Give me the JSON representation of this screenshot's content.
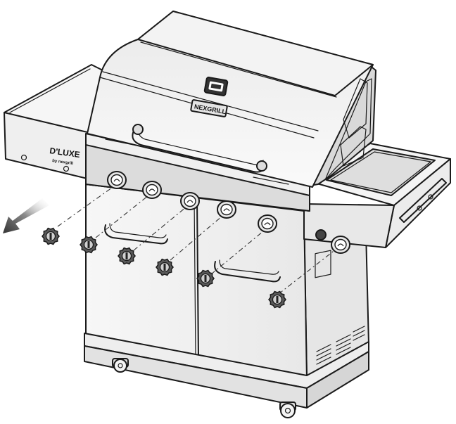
{
  "labels": {
    "hood_brand": "NEXGRILL",
    "side_brand": "D'LUXE",
    "side_brand_sub": "by nexgrill"
  },
  "colors": {
    "line": "#1a1a1a",
    "steel_light": "#f2f2f2",
    "steel_mid": "#d9d9d9",
    "steel_dark": "#9a9a9a",
    "arrow": "#555555"
  },
  "icons": {
    "direction_arrow": "arrow-down-left-icon",
    "control_knob": "knob-icon",
    "logo": "logo-badge-icon"
  },
  "diagram": {
    "knob_count": 6,
    "burner_knob_count": 5,
    "side_burner_knob_count": 1
  }
}
